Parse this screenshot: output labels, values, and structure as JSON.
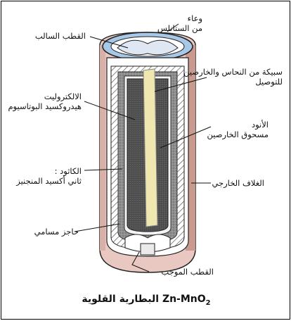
{
  "labels": {
    "container_line1": "وعاء",
    "container_line2": "من الستانلس",
    "negative_pole": "القطب السالب",
    "alloy_line1": "سبيكة من النحاس والخارصين",
    "alloy_line2": "للتوصيل",
    "electrolyte_line1": "الالكتروليت",
    "electrolyte_line2": "هيدروكسيد البوتاسيوم",
    "anode_line1": "الأنود",
    "anode_line2": "مسحوق الخارصين",
    "cathode_line1": "الكاثود :",
    "cathode_line2": "ثاني أكسيد المنجنيز",
    "outer_casing": "الغلاف الخارجي",
    "porous_barrier": "حاجز مسامي",
    "positive_pole": "القطب الموجب"
  },
  "caption": {
    "arabic": "البطارية القلوية",
    "formula_main": "Zn-MnO",
    "formula_sub": "2"
  },
  "colors": {
    "outer_casing": "#e8c8c0",
    "blue_rim": "#a8c8e8",
    "cathode": "#9a9a9a",
    "anode": "#5a5a5a",
    "rod": "#f0e6b0"
  }
}
